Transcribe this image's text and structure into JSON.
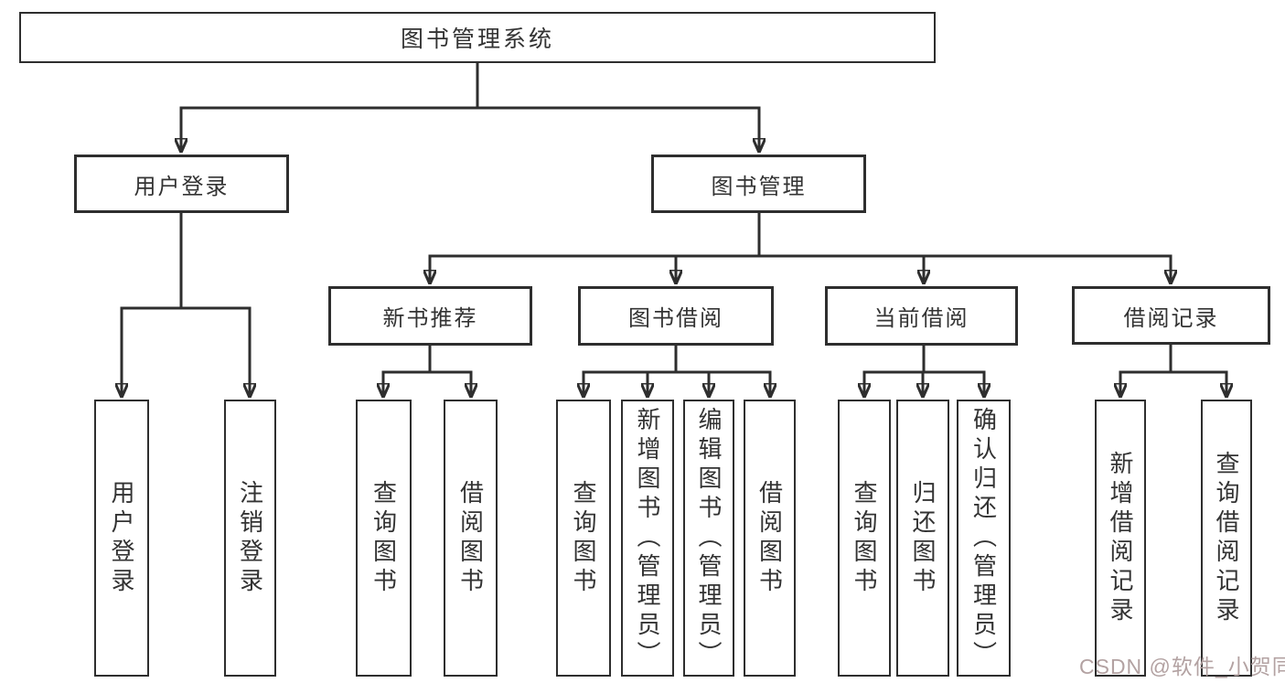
{
  "nodes": {
    "root": {
      "label": "图书管理系统"
    },
    "user_login": {
      "label": "用户登录"
    },
    "book_mgmt": {
      "label": "图书管理"
    },
    "new_book_rec": {
      "label": "新书推荐"
    },
    "book_borrow": {
      "label": "图书借阅"
    },
    "current_borrow": {
      "label": "当前借阅"
    },
    "borrow_record": {
      "label": "借阅记录"
    },
    "leaf_user_login": {
      "label": "用户登录"
    },
    "leaf_logout": {
      "label": "注销登录"
    },
    "leaf_rec_query": {
      "label": "查询图书"
    },
    "leaf_rec_borrow": {
      "label": "借阅图书"
    },
    "leaf_bb_query": {
      "label": "查询图书"
    },
    "leaf_bb_add": {
      "label": "新增图书（管理员）"
    },
    "leaf_bb_edit": {
      "label": "编辑图书（管理员）"
    },
    "leaf_bb_borrow": {
      "label": "借阅图书"
    },
    "leaf_cb_query": {
      "label": "查询图书"
    },
    "leaf_cb_return": {
      "label": "归还图书"
    },
    "leaf_cb_confirm": {
      "label": "确认归还（管理员）"
    },
    "leaf_br_add": {
      "label": "新增借阅记录"
    },
    "leaf_br_query": {
      "label": "查询借阅记录"
    }
  },
  "hierarchy": [
    {
      "parent": "图书管理系统",
      "children": [
        "用户登录",
        "图书管理"
      ]
    },
    {
      "parent": "用户登录",
      "children": [
        "用户登录",
        "注销登录"
      ]
    },
    {
      "parent": "图书管理",
      "children": [
        "新书推荐",
        "图书借阅",
        "当前借阅",
        "借阅记录"
      ]
    },
    {
      "parent": "新书推荐",
      "children": [
        "查询图书",
        "借阅图书"
      ]
    },
    {
      "parent": "图书借阅",
      "children": [
        "查询图书",
        "新增图书（管理员）",
        "编辑图书（管理员）",
        "借阅图书"
      ]
    },
    {
      "parent": "当前借阅",
      "children": [
        "查询图书",
        "归还图书",
        "确认归还（管理员）"
      ]
    },
    {
      "parent": "借阅记录",
      "children": [
        "新增借阅记录",
        "查询借阅记录"
      ]
    }
  ],
  "watermark": "CSDN @软件_小贺同学",
  "colors": {
    "line": "#2e2e2e",
    "text": "#333333",
    "background": "#ffffff",
    "watermark": "#b3a2a2"
  }
}
